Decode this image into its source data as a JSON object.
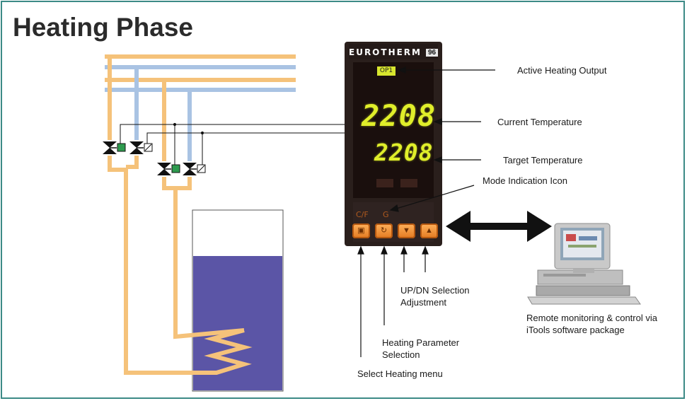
{
  "title": "Heating Phase",
  "controller": {
    "brand": "EUROTHERM",
    "model": "96",
    "output_indicator": "OP1",
    "current_temperature": "2208",
    "target_temperature": "2208",
    "unit_label": "C/F",
    "mode_label": "G"
  },
  "callouts": {
    "active_output": "Active Heating Output",
    "current_temp": "Current Temperature",
    "target_temp": "Target Temperature",
    "mode_icon": "Mode Indication Icon",
    "updn_line1": "UP/DN Selection",
    "updn_line2": "Adjustment",
    "heating_param_line1": "Heating Parameter",
    "heating_param_line2": "Selection",
    "select_menu": "Select Heating menu",
    "remote_line1": "Remote monitoring & control via",
    "remote_line2": "iTools software package"
  },
  "colors": {
    "frame": "#3c8a86",
    "hot_pipe": "#f5c27a",
    "cold_pipe": "#a9c3e3",
    "tank_liquid": "#5b55a6",
    "display_digits": "#e0ee2a",
    "keys": "#f08a2e"
  },
  "icons": {
    "page_key": "page-icon",
    "scroll_key": "scroll-icon",
    "down_key": "down-arrow-icon",
    "up_key": "up-arrow-icon"
  }
}
